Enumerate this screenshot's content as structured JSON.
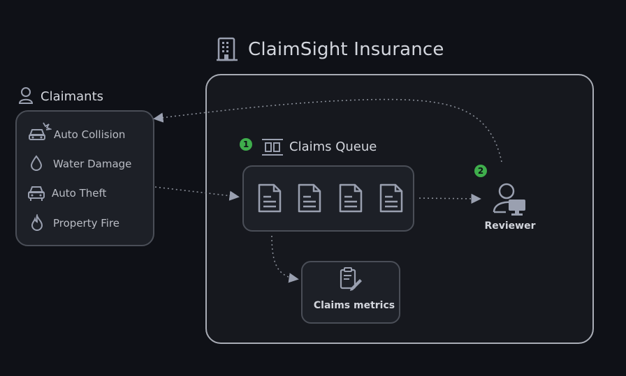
{
  "organization": {
    "title": "ClaimSight Insurance",
    "icon": "building-icon"
  },
  "claimants": {
    "label": "Claimants",
    "icon": "user-icon",
    "items": [
      {
        "label": "Auto Collision",
        "icon": "car-crash-icon"
      },
      {
        "label": "Water Damage",
        "icon": "water-drop-icon"
      },
      {
        "label": "Auto Theft",
        "icon": "car-icon"
      },
      {
        "label": "Property Fire",
        "icon": "fire-icon"
      }
    ]
  },
  "queue": {
    "label": "Claims Queue",
    "badge": "1",
    "icon": "queue-icon",
    "document_icon": "document-icon"
  },
  "metrics": {
    "label": "Claims metrics",
    "icon": "clipboard-edit-icon"
  },
  "reviewer": {
    "label": "Reviewer",
    "badge": "2",
    "icon": "user-computer-icon"
  },
  "colors": {
    "background": "#0f1117",
    "badge": "#3fae4c",
    "border": "#a9adb6",
    "icon": "#9aa0b0"
  }
}
